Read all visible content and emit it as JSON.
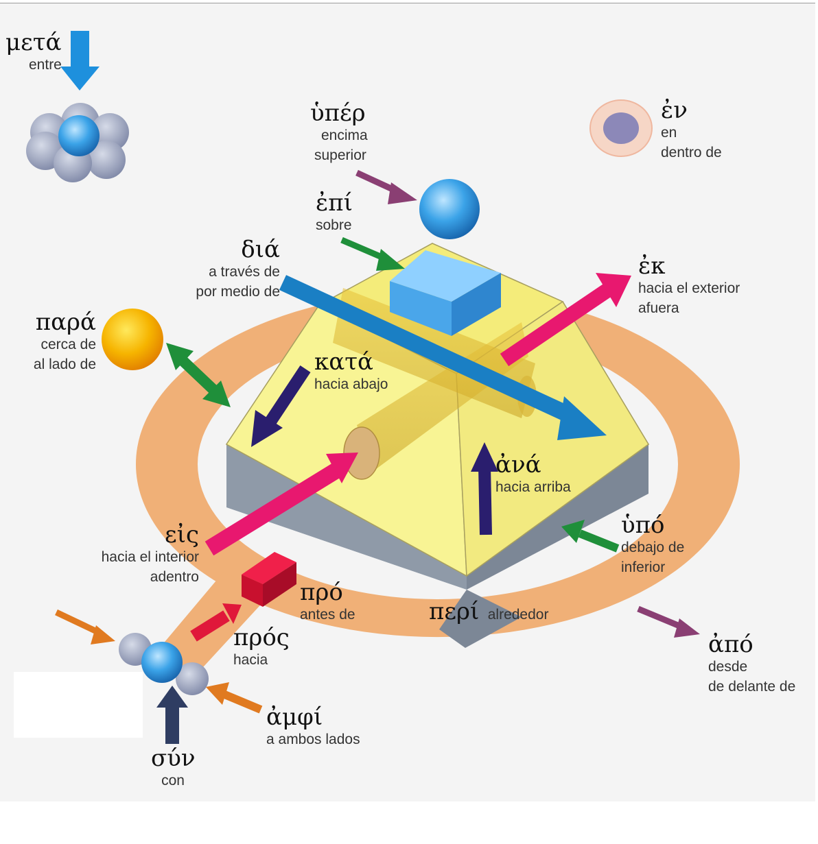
{
  "prepositions": {
    "meta": {
      "greek": "μετά",
      "lines": [
        "entre"
      ],
      "color": "#1e90dd"
    },
    "hyper": {
      "greek": "ὑπέρ",
      "lines": [
        "encima",
        "superior"
      ],
      "color": "#8a3f73"
    },
    "en": {
      "greek": "ἐν",
      "lines": [
        "en",
        "dentro de"
      ]
    },
    "epi": {
      "greek": "ἐπί",
      "lines": [
        "sobre"
      ],
      "color": "#1f8f3a"
    },
    "dia": {
      "greek": "διά",
      "lines": [
        "a través de",
        "por medio de"
      ],
      "color": "#1a7fc4"
    },
    "ek": {
      "greek": "ἐκ",
      "lines": [
        "hacia el exterior",
        "afuera"
      ],
      "color": "#e8186f"
    },
    "para": {
      "greek": "παρά",
      "lines": [
        "cerca de",
        "al lado de"
      ],
      "color": "#1f8f3a"
    },
    "kata": {
      "greek": "κατά",
      "lines": [
        "hacia abajo"
      ],
      "color": "#2a1e6e"
    },
    "ana": {
      "greek": "ἀνά",
      "lines": [
        "hacia arriba"
      ],
      "color": "#2a1e6e"
    },
    "eis": {
      "greek": "εἰς",
      "lines": [
        "hacia el interior",
        "adentro"
      ],
      "color": "#e8186f"
    },
    "hypo": {
      "greek": "ὑπό",
      "lines": [
        "debajo de",
        "inferior"
      ],
      "color": "#1f8f3a"
    },
    "pro": {
      "greek": "πρό",
      "lines": [
        "antes de"
      ],
      "color": "#d81a3c"
    },
    "peri": {
      "greek": "περί",
      "lines": [
        "alrededor"
      ],
      "color": "#f0b077"
    },
    "pros": {
      "greek": "πρός",
      "lines": [
        "hacia"
      ],
      "color": "#e0183a"
    },
    "apo": {
      "greek": "ἀπό",
      "lines": [
        "desde",
        "de delante de"
      ],
      "color": "#8a3f73"
    },
    "amphi": {
      "greek": "ἀμφί",
      "lines": [
        "a ambos lados"
      ],
      "color": "#e07a20"
    },
    "syn": {
      "greek": "σύν",
      "lines": [
        "con"
      ],
      "color": "#2f3d62"
    }
  }
}
